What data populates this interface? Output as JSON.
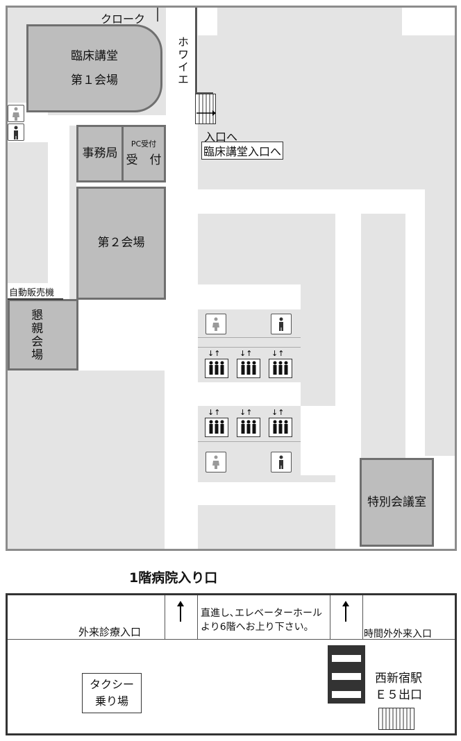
{
  "rooms": {
    "cloakroom": "クローク",
    "foyer": "ホワイエ",
    "hall1_line1": "臨床講堂",
    "hall1_line2": "第１会場",
    "office": "事務局",
    "pc_reception_small": "PC受付",
    "reception": "受　付",
    "hall2": "第２会場",
    "vending": "自動販売機",
    "lounge": "懇親会場",
    "special_room": "特別会議室"
  },
  "directions": {
    "to_entrance": "入口へ",
    "to_lecture_hall_entrance": "臨床講堂入口へ"
  },
  "floor1": {
    "title": "1階病院入り口",
    "outpatient_entrance": "外来診療入口",
    "instruction_line1": "直進し､エレベーターホール",
    "instruction_line2": "より6階へお上り下さい。",
    "after_hours_entrance": "時間外外来入口",
    "taxi_line1": "タクシー",
    "taxi_line2": "乗り場",
    "station_line1": "西新宿駅",
    "station_line2": "Ｅ５出口"
  },
  "icons": [
    "restroom-female-icon",
    "restroom-male-icon",
    "elevator-icon",
    "stairs-icon",
    "up-arrow-icon"
  ],
  "colors": {
    "room_fill": "#bdbdbd",
    "room_border": "#6f6f6f",
    "corridor_fill": "#e4e4e4",
    "frame": "#8c8c8c"
  }
}
